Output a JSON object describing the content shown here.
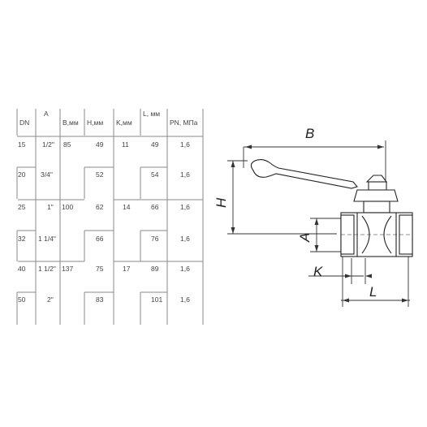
{
  "table": {
    "headers": {
      "dn": "DN",
      "a": "A",
      "b": "B,мм",
      "h": "H,мм",
      "k": "K,мм",
      "l": "L, мм",
      "pn": "PN, МПа"
    },
    "rows": [
      {
        "dn": "15",
        "a": "1/2\"",
        "b": "85",
        "h": "49",
        "k": "11",
        "l": "49",
        "pn": "1,6"
      },
      {
        "dn": "20",
        "a": "3/4\"",
        "b": "",
        "h": "52",
        "k": "",
        "l": "54",
        "pn": "1,6"
      },
      {
        "dn": "25",
        "a": "1\"",
        "b": "100",
        "h": "62",
        "k": "14",
        "l": "66",
        "pn": "1,6"
      },
      {
        "dn": "32",
        "a": "1 1/4\"",
        "b": "",
        "h": "66",
        "k": "",
        "l": "76",
        "pn": "1,6"
      },
      {
        "dn": "40",
        "a": "1 1/2\"",
        "b": "137",
        "h": "75",
        "k": "17",
        "l": "89",
        "pn": "1,6"
      },
      {
        "dn": "50",
        "a": "2\"",
        "b": "",
        "h": "83",
        "k": "",
        "l": "101",
        "pn": "1,6"
      }
    ]
  },
  "drawing": {
    "labels": {
      "b": "B",
      "h": "H",
      "a": "A",
      "k": "K",
      "l": "L"
    }
  }
}
